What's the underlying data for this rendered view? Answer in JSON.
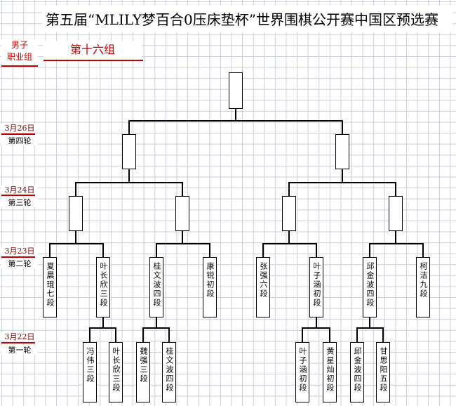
{
  "title": "第五届“MLILY梦百合0压床垫杯”世界围棋公开赛中国区预选赛",
  "sidebar": {
    "line1": "男子",
    "line2": "职业组"
  },
  "group": "第十六组",
  "rounds": [
    {
      "date": "3月26日",
      "label": "第四轮"
    },
    {
      "date": "3月24日",
      "label": "第三轮"
    },
    {
      "date": "3月23日",
      "label": "第二轮"
    },
    {
      "date": "3月22日",
      "label": "第一轮"
    }
  ],
  "round2_players": [
    "夏晨琨七段",
    "叶长欣三段",
    "桂文波四段",
    "康锐初段",
    "张强六段",
    "叶子涵初段",
    "邱金波四段",
    "柯洁九段"
  ],
  "round1_players": [
    "冯伟三段",
    "叶长欣三段",
    "魏强三段",
    "桂文波四段",
    "叶子涵初段",
    "黄星灿初段",
    "邱金波四段",
    "甘思阳五段"
  ]
}
